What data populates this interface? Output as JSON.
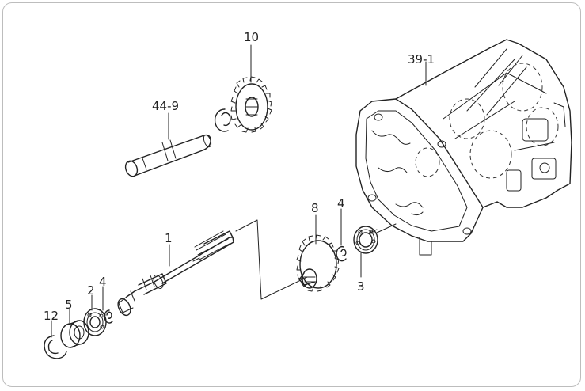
{
  "labels": {
    "shaft": "1",
    "bearing_front": "2",
    "bearing_rear": "3",
    "snap_ring_a": "4",
    "snap_ring_b": "4",
    "collar": "5",
    "gear_counter": "8",
    "countershaft": "44-9",
    "gear_top": "10",
    "snap_ring_c": "12",
    "case": "39-1"
  },
  "colors": {
    "ink": "#222222",
    "frame": "#bdbdbd",
    "background": "#ffffff"
  }
}
